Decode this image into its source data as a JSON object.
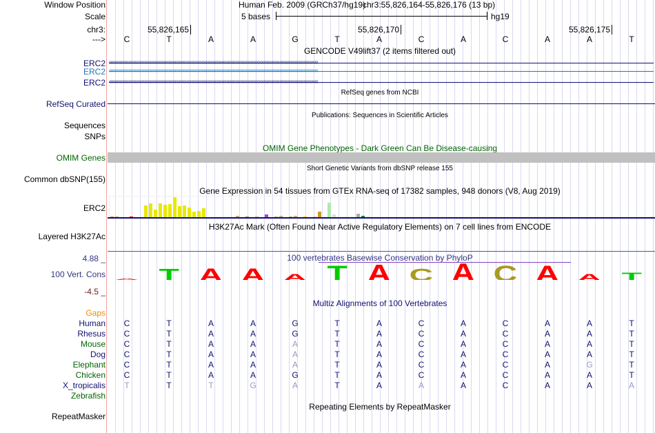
{
  "labels": {
    "window_position": "Window Position",
    "scale": "Scale",
    "chr": "chr3:",
    "strand": "--->",
    "erc2": "ERC2",
    "refseq": "RefSeq Curated",
    "sequences": "Sequences",
    "snps": "SNPs",
    "omim": "OMIM Genes",
    "dbsnp": "Common dbSNP(155)",
    "gtex": "ERC2",
    "h3k27ac": "Layered H3K27Ac",
    "cons_max": "4.88 _",
    "cons": "100 Vert. Cons",
    "cons_min": "-4.5 _",
    "gaps": "Gaps",
    "repeatmasker": "RepeatMasker"
  },
  "header": {
    "assembly": "Human Feb. 2009 (GRCh37/hg19)",
    "position": "chr3:55,826,164-55,826,176 (13 bp)",
    "scale_text": "5 bases",
    "scale_db": "hg19",
    "ticks": [
      "55,826,165",
      "55,826,170",
      "55,826,175"
    ]
  },
  "bases": [
    "C",
    "T",
    "A",
    "A",
    "G",
    "T",
    "A",
    "C",
    "A",
    "C",
    "A",
    "A",
    "T"
  ],
  "titles": {
    "gencode": "GENCODE V49lift37 (2 items filtered out)",
    "refseq": "RefSeq genes from NCBI",
    "pubs": "Publications: Sequences in Scientific Articles",
    "omim": "OMIM Gene Phenotypes - Dark Green Can Be Disease-causing",
    "snp": "Short Genetic Variants from dbSNP release 155",
    "gtex": "Gene Expression in 54 tissues from GTEx RNA-seq of 17382 samples, 948 donors (V8, Aug 2019)",
    "h3k27ac": "H3K27Ac Mark (Often Found Near Active Regulatory Elements) on 7 cell lines from ENCODE",
    "cons": "100 vertebrates Basewise Conservation by PhyloP",
    "multiz": "Multiz Alignments of 100 Vertebrates",
    "rmsk": "Repeating Elements by RepeatMasker"
  },
  "colors": {
    "navy": "#10106e"
  },
  "gtex": {
    "values": [
      2,
      3,
      0,
      0,
      2,
      0,
      0,
      23,
      27,
      16,
      27,
      25,
      26,
      39,
      22,
      23,
      20,
      12,
      13,
      18,
      1,
      0,
      0,
      0,
      0,
      1,
      4,
      1,
      2,
      0,
      3,
      1,
      7,
      0,
      3,
      4,
      0,
      2,
      4,
      0,
      3,
      0,
      2,
      12,
      3,
      28,
      6,
      0,
      0,
      0,
      1,
      8,
      4,
      2
    ],
    "colors": [
      "#f08a24",
      "#88bb99",
      "#fff",
      "#fff",
      "#e00",
      "#fff",
      "#fff",
      "#e8e800",
      "#e8e800",
      "#e8e800",
      "#e8e800",
      "#e8e800",
      "#e8e800",
      "#e8e800",
      "#e8e800",
      "#e8e800",
      "#e8e800",
      "#e8e800",
      "#e8e800",
      "#e8e800",
      "#22cccc",
      "#fff",
      "#fff",
      "#fff",
      "#fff",
      "#eedddd",
      "#c8aa90",
      "#ffcc99",
      "#a08866",
      "#fff",
      "#c8aa90",
      "#eedddd",
      "#aa44cc",
      "#fff",
      "#c8aa90",
      "#c8aa90",
      "#fff",
      "#99bb44",
      "#c8aa90",
      "#fff",
      "#ffcc00",
      "#fff",
      "#ffb6c1",
      "#cc9922",
      "#eeeeee",
      "#b0e8b0",
      "#dddddd",
      "#fff",
      "#fff",
      "#fff",
      "#ffcc99",
      "#aaaaaa",
      "#008844",
      "#eedddd"
    ]
  },
  "conservation": [
    {
      "b": "A",
      "s": 0.02
    },
    {
      "b": "T",
      "s": 0.45
    },
    {
      "b": "A",
      "s": 0.5
    },
    {
      "b": "A",
      "s": 0.5
    },
    {
      "b": "A",
      "s": 0.25
    },
    {
      "b": "T",
      "s": 0.6
    },
    {
      "b": "A",
      "s": 0.65
    },
    {
      "b": "C",
      "s": 0.45
    },
    {
      "b": "A",
      "s": 0.7
    },
    {
      "b": "C",
      "s": 0.6
    },
    {
      "b": "A",
      "s": 0.6
    },
    {
      "b": "A",
      "s": 0.25
    },
    {
      "b": "T",
      "s": 0.3
    }
  ],
  "alignments": [
    {
      "species": "Human",
      "color": "navy",
      "seq": "CTAAGTACACAAT"
    },
    {
      "species": "Rhesus",
      "color": "navy",
      "seq": "CTAAGTACACAAT"
    },
    {
      "species": "Mouse",
      "color": "green",
      "seq": "CTAAATACACAAT"
    },
    {
      "species": "Dog",
      "color": "navy",
      "seq": "CTAAATACACAAT"
    },
    {
      "species": "Elephant",
      "color": "green",
      "seq": "CTAAATACACAGT"
    },
    {
      "species": "Chicken",
      "color": "green",
      "seq": "CTAAGTACACAAT"
    },
    {
      "species": "X_tropicalis",
      "color": "navy",
      "seq": "TTTGATAAACAAA"
    },
    {
      "species": "Zebrafish",
      "color": "green",
      "seq": ""
    }
  ]
}
